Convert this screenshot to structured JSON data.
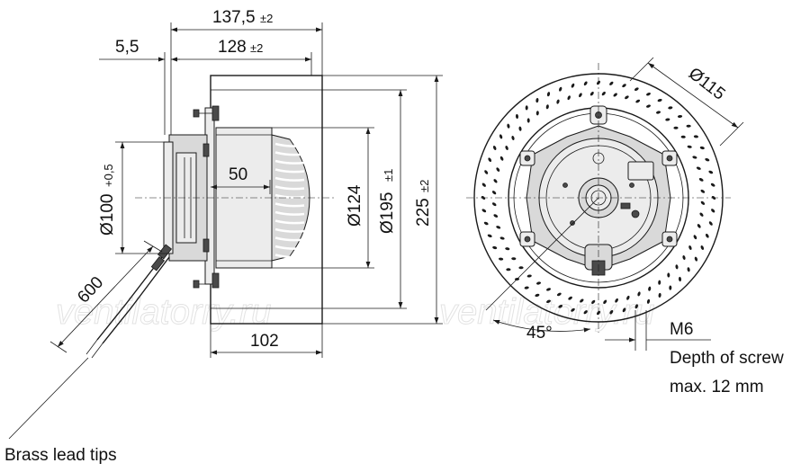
{
  "dimensions": {
    "overall_depth": {
      "value": "137,5",
      "tol": "±2"
    },
    "flange_offset": {
      "value": "5,5"
    },
    "impeller_depth": {
      "value": "128",
      "tol": "±2"
    },
    "motor_dia": {
      "value": "Ø100",
      "tol": "+0,5"
    },
    "hub_depth": {
      "value": "50"
    },
    "hub_dia": {
      "value": "Ø124"
    },
    "inlet_dia": {
      "value": "Ø195",
      "tol": "±1"
    },
    "outer_dia": {
      "value": "225",
      "tol": "±2"
    },
    "width": {
      "value": "102"
    },
    "cable_length": {
      "value": "600"
    },
    "bolt_circle": {
      "value": "Ø115"
    },
    "angle": {
      "value": "45°"
    }
  },
  "notes": {
    "screw_thread": "M6",
    "screw_line1": "Depth of screw",
    "screw_line2": "max. 12 mm",
    "lead_tips": "Brass lead tips"
  },
  "watermark": {
    "left": "ventilatorry.ru",
    "right": "ventilatorry.ru"
  }
}
